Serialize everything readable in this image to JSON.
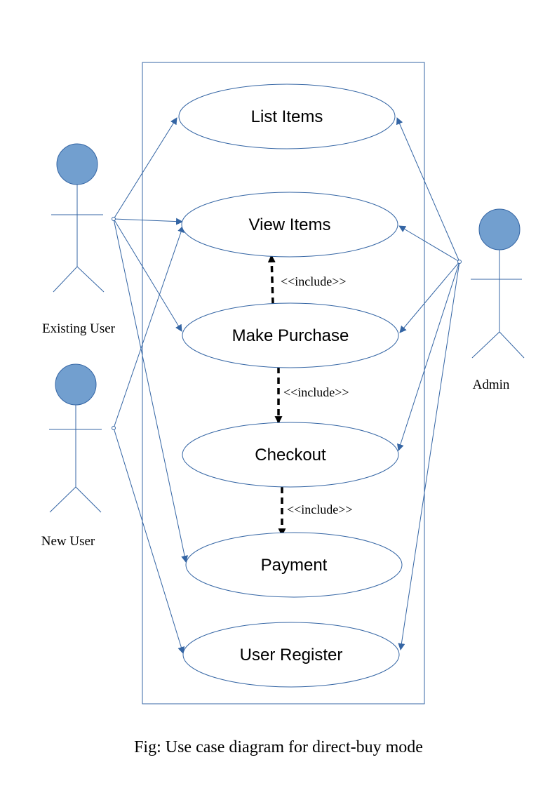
{
  "colors": {
    "line": "#3465a4",
    "actor_fill": "#729fcf",
    "include": "#000000"
  },
  "actors": [
    {
      "id": "existing",
      "label": "Existing User"
    },
    {
      "id": "newuser",
      "label": "New User"
    },
    {
      "id": "admin",
      "label": "Admin"
    }
  ],
  "use_cases": [
    {
      "id": "list",
      "label": "List Items"
    },
    {
      "id": "view",
      "label": "View Items"
    },
    {
      "id": "purchase",
      "label": "Make Purchase"
    },
    {
      "id": "checkout",
      "label": "Checkout"
    },
    {
      "id": "payment",
      "label": "Payment"
    },
    {
      "id": "register",
      "label": "User Register"
    }
  ],
  "associations": [
    {
      "from": "existing",
      "to": "list"
    },
    {
      "from": "existing",
      "to": "view"
    },
    {
      "from": "existing",
      "to": "purchase"
    },
    {
      "from": "existing",
      "to": "payment"
    },
    {
      "from": "newuser",
      "to": "view"
    },
    {
      "from": "newuser",
      "to": "register"
    },
    {
      "from": "admin",
      "to": "list"
    },
    {
      "from": "admin",
      "to": "view"
    },
    {
      "from": "admin",
      "to": "purchase"
    },
    {
      "from": "admin",
      "to": "checkout"
    },
    {
      "from": "admin",
      "to": "register"
    }
  ],
  "includes": [
    {
      "from": "purchase",
      "to": "view",
      "label": "<<include>>"
    },
    {
      "from": "purchase",
      "to": "checkout",
      "label": "<<include>>"
    },
    {
      "from": "checkout",
      "to": "payment",
      "label": "<<include>>"
    }
  ],
  "caption": "Fig: Use case diagram for direct-buy mode"
}
